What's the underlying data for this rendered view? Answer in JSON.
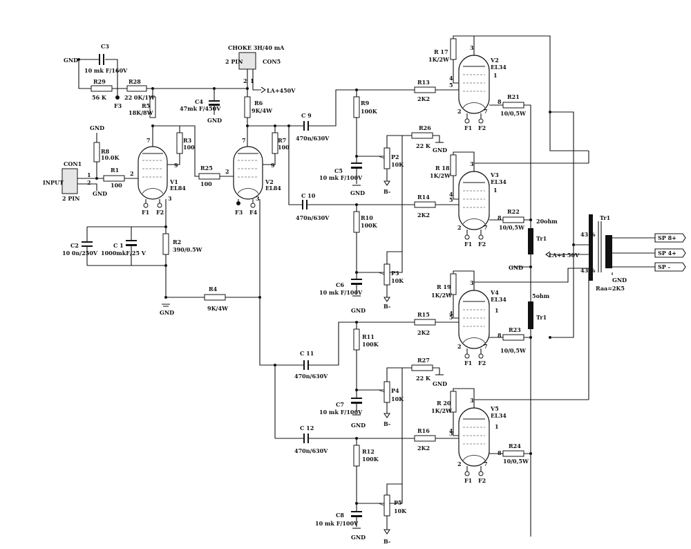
{
  "inputs": {
    "con1": "CON1",
    "input": "INPUT",
    "pins": "2 PIN",
    "pin1": "1",
    "pin2": "2",
    "gnd": "GND"
  },
  "choke": {
    "title": "CHOKE 3H/40 mA",
    "pins": "2 PIN",
    "con": "CON5",
    "p1": "1",
    "p2": "2",
    "rail": "LA+450V"
  },
  "resistors": {
    "R1": [
      "R1",
      "100"
    ],
    "R2": [
      "R2",
      "390/0.5W"
    ],
    "R3": [
      "R3",
      "100"
    ],
    "R4": [
      "R4",
      "9K/4W"
    ],
    "R5": [
      "R5",
      "18K/8W"
    ],
    "R6": [
      "R6",
      "9K/4W"
    ],
    "R7": [
      "R7",
      "100"
    ],
    "R8": [
      "R8",
      "10.0K"
    ],
    "R9": [
      "R9",
      "100K"
    ],
    "R10": [
      "R10",
      "100K"
    ],
    "R11": [
      "R11",
      "100K"
    ],
    "R12": [
      "R12",
      "100K"
    ],
    "R13": [
      "R13",
      "2K2"
    ],
    "R14": [
      "R14",
      "2K2"
    ],
    "R15": [
      "R15",
      "2K2"
    ],
    "R16": [
      "R16",
      "2K2"
    ],
    "R17": [
      "R 17",
      "1K/2W"
    ],
    "R18": [
      "R 18",
      "1K/2W"
    ],
    "R19": [
      "R 19",
      "1K/2W"
    ],
    "R20": [
      "R 20",
      "1K/2W"
    ],
    "R21": [
      "R21",
      "10/0,5W"
    ],
    "R22": [
      "R22",
      "10/0,5W"
    ],
    "R23": [
      "R23",
      "10/0,5W"
    ],
    "R24": [
      "R24",
      "10/0,5W"
    ],
    "R25": [
      "R25",
      "100"
    ],
    "R26": [
      "R26",
      "22 K"
    ],
    "R27": [
      "R27",
      "22 K"
    ],
    "R28": [
      "R28",
      "22 0K/1W"
    ],
    "R29": [
      "R29",
      "56 K"
    ]
  },
  "capacitors": {
    "C1": [
      "C 1",
      "1000mkF/25 V"
    ],
    "C2": [
      "C2",
      "10 0n/250V"
    ],
    "C3": [
      "C3",
      "10 mk F/160V"
    ],
    "C4": [
      "C4",
      "47mk F/450V"
    ],
    "C5": [
      "C5",
      "10 mk F/100V"
    ],
    "C6": [
      "C6",
      "10 mk F/100V"
    ],
    "C7": [
      "C7",
      "10 mk F/100V"
    ],
    "C8": [
      "C8",
      "10 mk F/100V"
    ],
    "C9": [
      "C 9",
      "470n/630V"
    ],
    "C10": [
      "C 10",
      "470n/630V"
    ],
    "C11": [
      "C 11",
      "470n/630V"
    ],
    "C12": [
      "C 12",
      "470n/630V"
    ]
  },
  "pots": {
    "P2": [
      "P2",
      "10K"
    ],
    "P3": [
      "P3",
      "10K"
    ],
    "P4": [
      "P4",
      "10K"
    ],
    "P5": [
      "P5",
      "10K"
    ]
  },
  "tubes": {
    "V1": [
      "V1",
      "EL84"
    ],
    "V2": [
      "V2",
      "EL84"
    ],
    "V3": [
      "V3",
      "EL34"
    ],
    "V4": [
      "V4",
      "EL34"
    ],
    "V5": [
      "V5",
      "EL34"
    ],
    "V2top": [
      "V2",
      "EL34"
    ]
  },
  "pins": {
    "p1": "1",
    "p2": "2",
    "p3": "3",
    "p4": "4",
    "p5": "5",
    "p7": "7",
    "p8": "8",
    "p9": "9",
    "F1": "F1",
    "F2": "F2",
    "F3": "F3",
    "F4": "F4"
  },
  "misc": {
    "gnd": "GND",
    "bminus": "B-",
    "la450": "LA+4 50V",
    "tr1": "Tr1",
    "raa": "Raa=2K5",
    "pct": "43 %",
    "ohm20": "20ohm",
    "ohm5": "5ohm",
    "sp8": "SP 8+",
    "sp4": "SP 4+",
    "spm": "SP -"
  }
}
